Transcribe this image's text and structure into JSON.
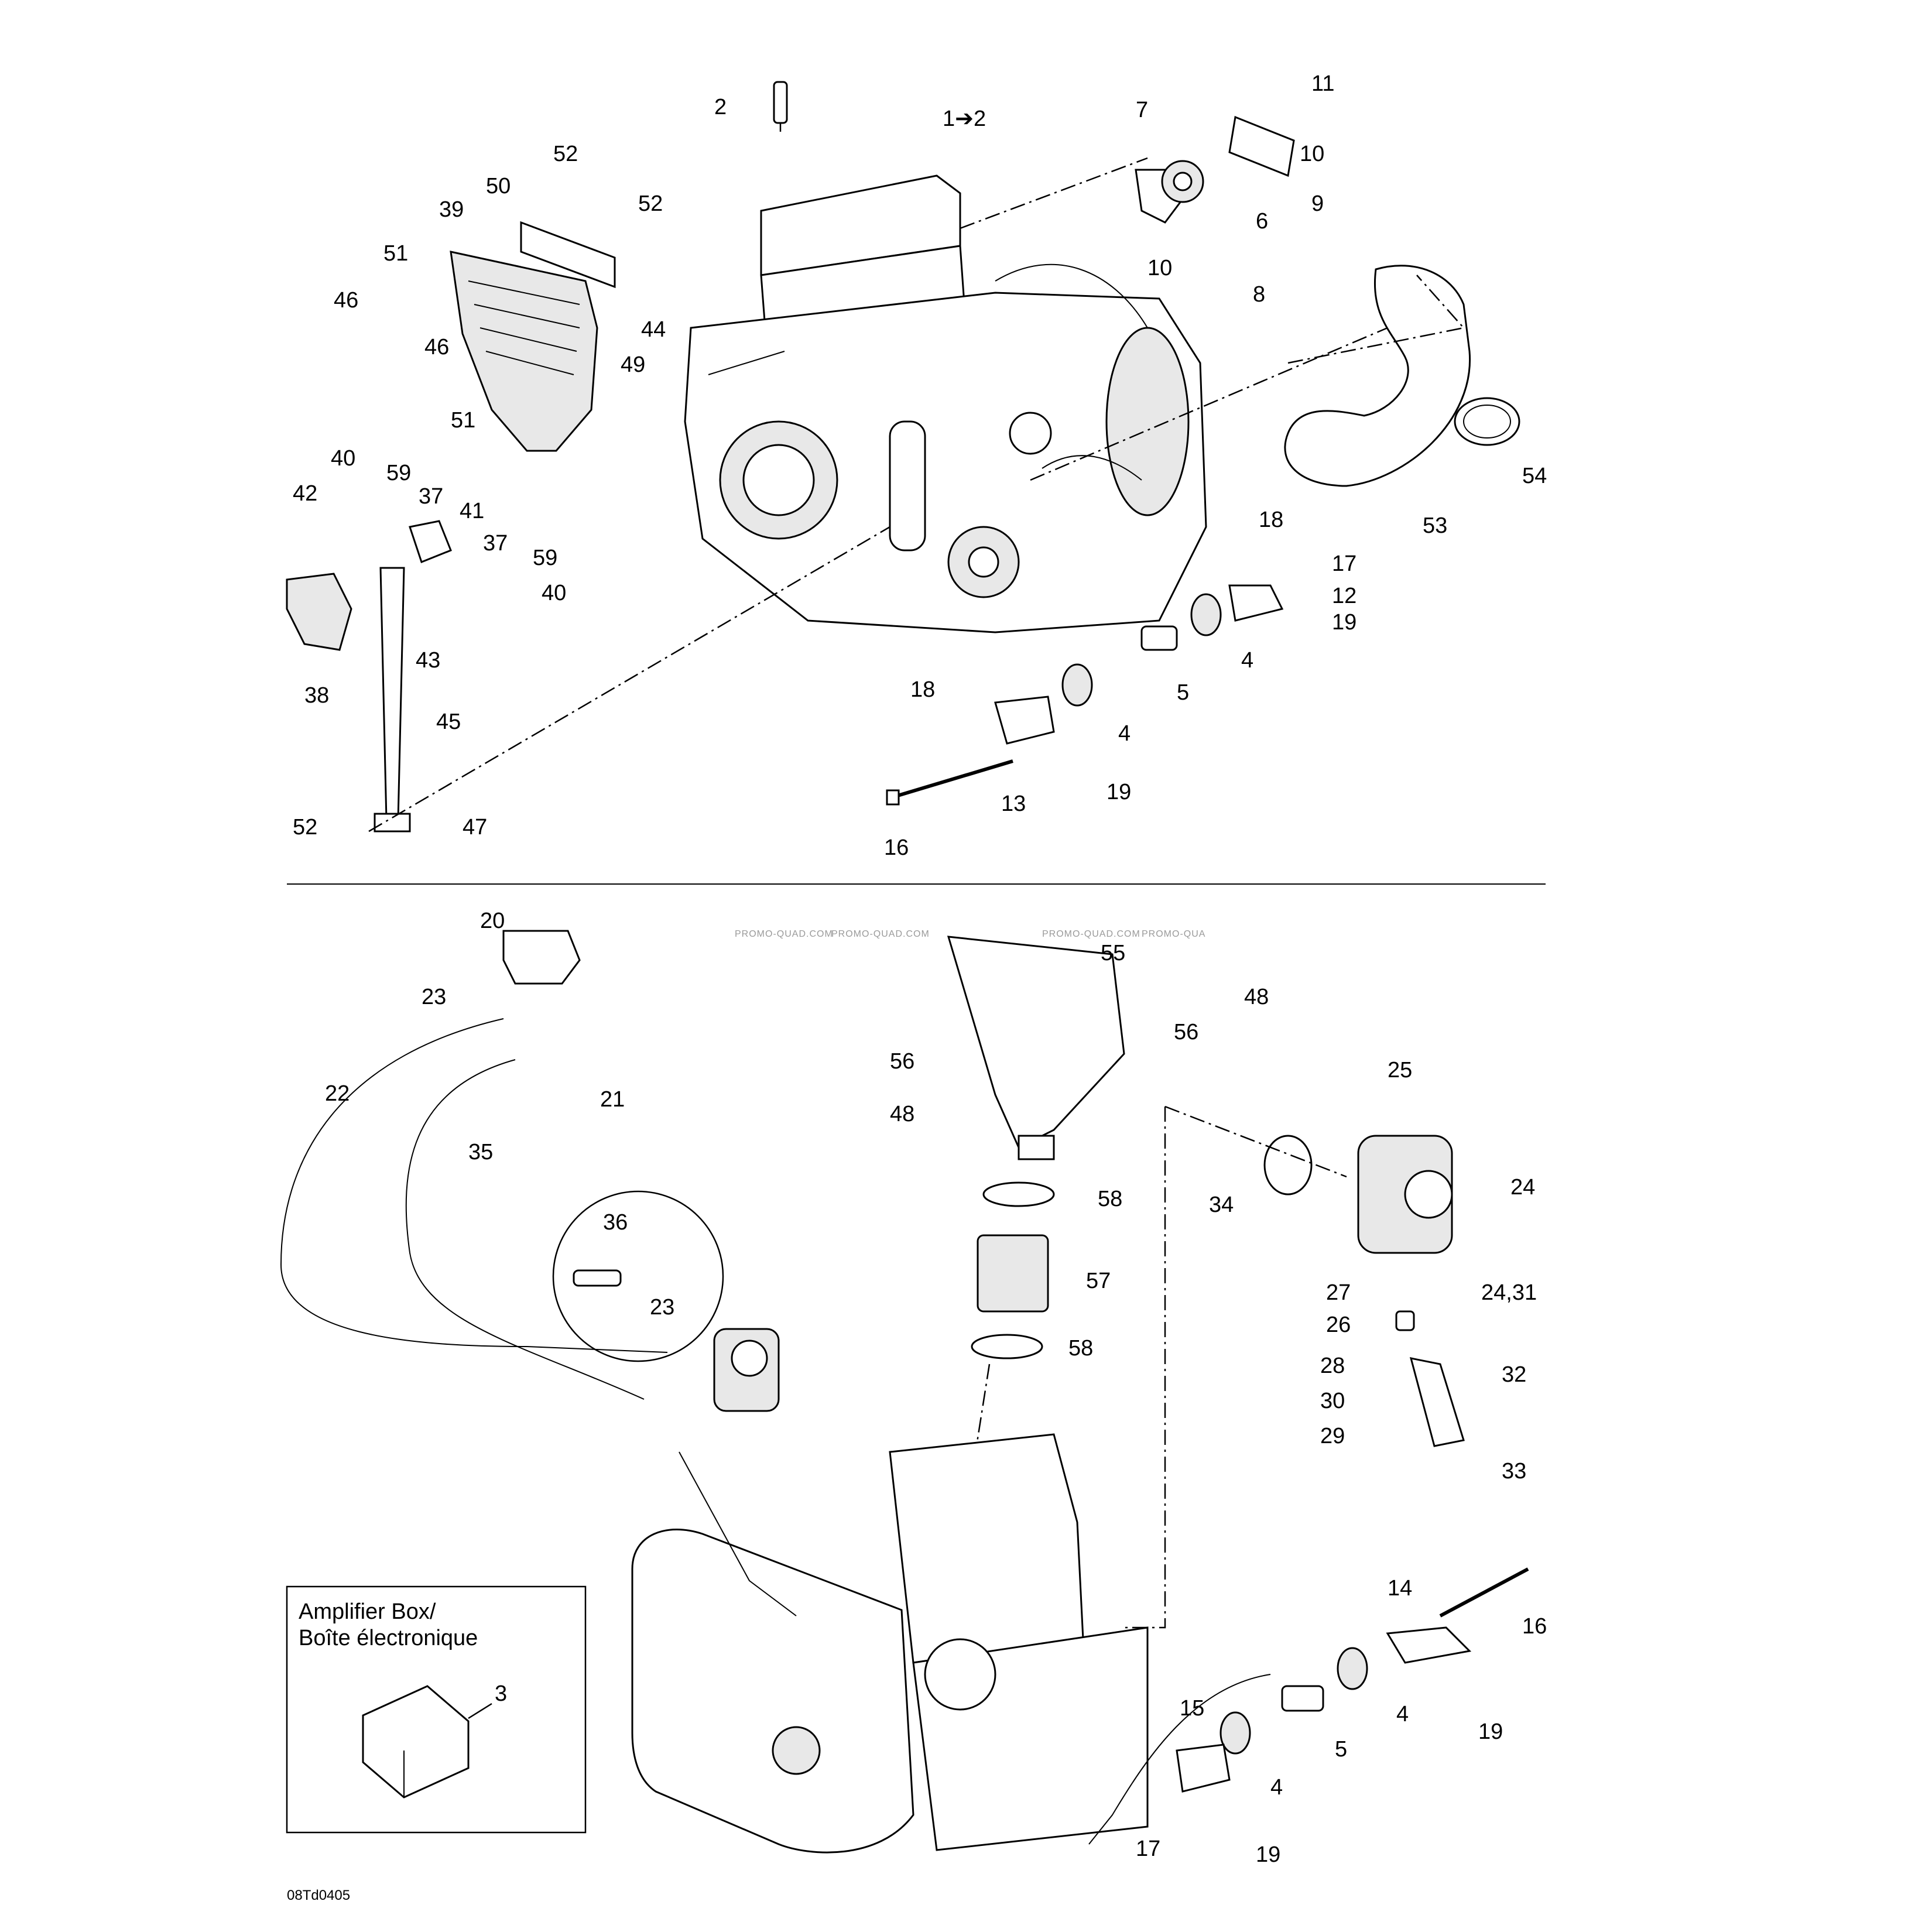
{
  "diagram_code": "08Td0405",
  "watermarks": [
    "PROMO-QUAD.COM",
    "PROMO-QUAD.COM",
    "PROMO-QUAD.COM",
    "PROMO-QUA"
  ],
  "amplifier_box": {
    "title_line1": "Amplifier Box/",
    "title_line2": "Boîte électronique",
    "callout": "3"
  },
  "callouts_top": [
    "2",
    "1➔2",
    "7",
    "11",
    "10",
    "9",
    "6",
    "10",
    "8",
    "52",
    "50",
    "39",
    "52",
    "51",
    "46",
    "44",
    "49",
    "46",
    "51",
    "40",
    "59",
    "42",
    "37",
    "41",
    "37",
    "59",
    "40",
    "38",
    "43",
    "45",
    "52",
    "47",
    "18",
    "17",
    "12",
    "19",
    "4",
    "5",
    "18",
    "4",
    "19",
    "13",
    "16",
    "53",
    "54"
  ],
  "callouts_bottom": [
    "20",
    "23",
    "21",
    "22",
    "35",
    "36",
    "23",
    "55",
    "48",
    "56",
    "56",
    "48",
    "58",
    "57",
    "58",
    "25",
    "24",
    "34",
    "27",
    "24,31",
    "26",
    "28",
    "32",
    "30",
    "29",
    "33",
    "14",
    "16",
    "4",
    "19",
    "15",
    "5",
    "4",
    "17",
    "19"
  ],
  "colors": {
    "line": "#000000",
    "background": "#ffffff",
    "watermark": "#9a9a9a",
    "fill": "#e8e8e8"
  }
}
